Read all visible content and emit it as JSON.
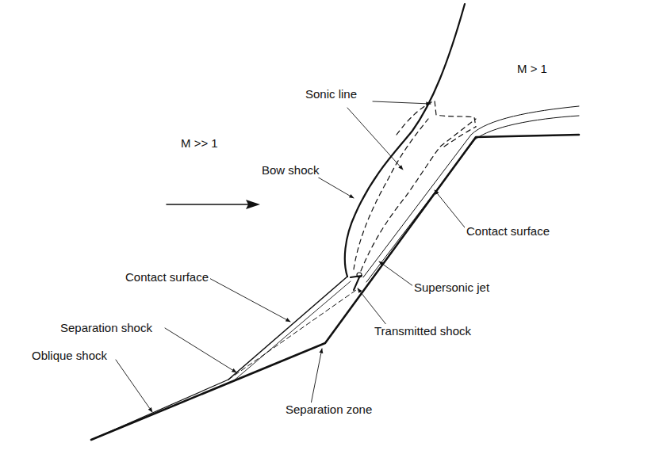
{
  "diagram": {
    "labels": [
      "M > 1",
      "Sonic line",
      "Bow shock",
      "M >> 1",
      "Contact surface",
      "Supersonic jet",
      "Contact surface",
      "Transmitted shock",
      "Separation shock",
      "Oblique shock",
      "Separation zone"
    ]
  }
}
